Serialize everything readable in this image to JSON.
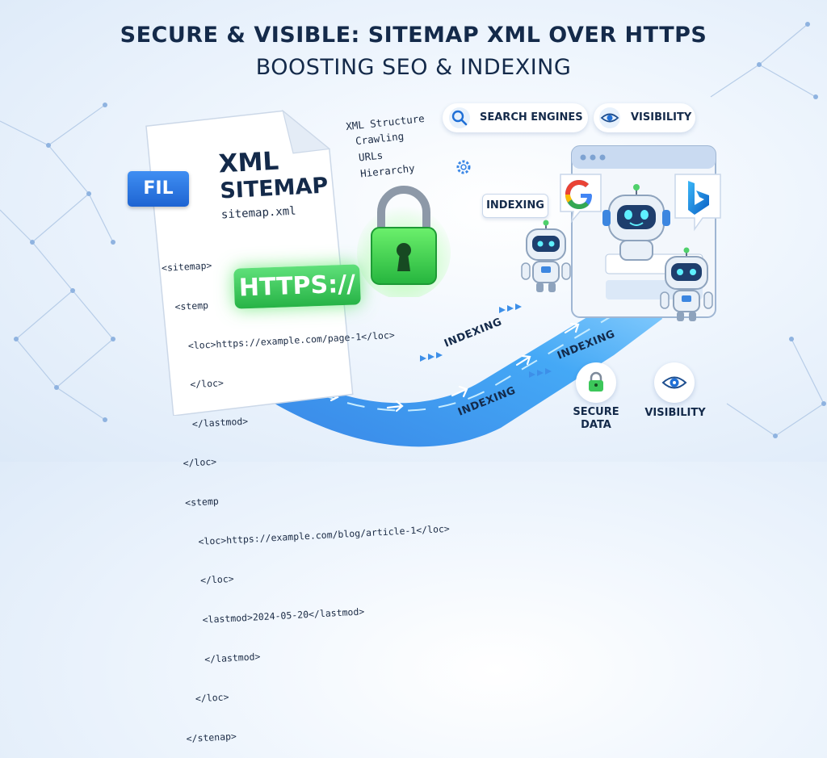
{
  "header": {
    "title": "SECURE & VISIBLE: SITEMAP XML OVER HTTPS",
    "subtitle": "BOOSTING SEO & INDEXING"
  },
  "document": {
    "tab_label": "FIL",
    "title_line1": "XML",
    "title_line2": "SITEMAP",
    "filename": "sitemap.xml",
    "code_lines": [
      "<sitemap>",
      "  <stemp",
      "    <loc>https://example.com/page-1</loc>",
      "    </loc>",
      "    </lastmod>",
      "  </loc>",
      "  <stemp",
      "    <loc>https://example.com/blog/article-1</loc>",
      "    </loc>",
      "    <lastmod>2024-05-20</lastmod>",
      "    </lastmod>",
      "  </loc>",
      "</stenap>"
    ]
  },
  "https_badge": "HTTPS://",
  "features": [
    "XML Structure",
    "Crawling",
    "URLs",
    "Hierarchy"
  ],
  "top_pills": {
    "search_engines": "SEARCH ENGINES",
    "visibility": "VISIBILITY"
  },
  "indexing_bubble": "INDEXING",
  "stream_labels": [
    "INDEXING",
    "INDEXING",
    "INDEXING"
  ],
  "bottom_items": {
    "secure_line1": "SECURE",
    "secure_line2": "DATA",
    "visibility": "VISIBILITY"
  },
  "colors": {
    "navy": "#142a4a",
    "https_green": "#2fbf4f",
    "stream_blue": "#2a8ff0",
    "google_blue": "#4285f4",
    "google_red": "#ea4335",
    "google_yellow": "#fbbc05",
    "google_green": "#34a853",
    "bing_blue": "#1b8fe8"
  },
  "icons": [
    "magnifier-icon",
    "eye-icon",
    "gear-icon",
    "padlock-icon",
    "google-logo-icon",
    "bing-logo-icon",
    "robot-icon",
    "small-lock-icon"
  ]
}
